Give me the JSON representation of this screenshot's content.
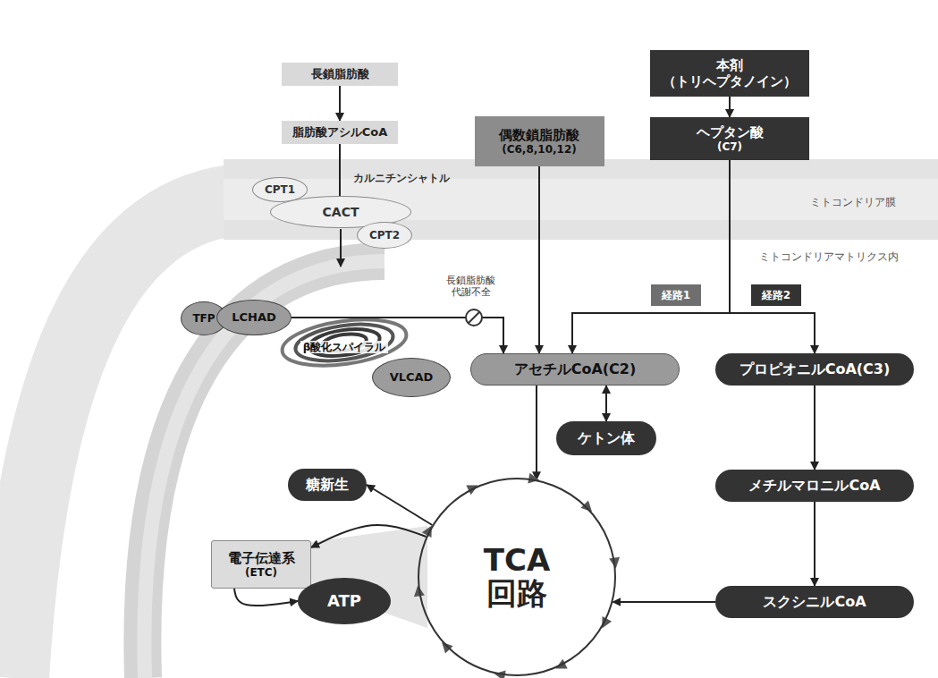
{
  "diagram": {
    "nodes": [
      {
        "text": [
          "長鎖脂肪酸"
        ]
      },
      {
        "text": [
          "脂肪酸アシルCoA"
        ]
      },
      {
        "text": [
          "偶数鎖脂肪酸",
          "(C6,8,10,12)"
        ]
      },
      {
        "text": [
          "本剤",
          "（トリヘプタノイン）"
        ]
      },
      {
        "text": [
          "ヘプタン酸",
          "(C7)"
        ]
      },
      {
        "text": [
          "CPT1"
        ]
      },
      {
        "text": [
          "CACT"
        ]
      },
      {
        "text": [
          "CPT2"
        ]
      },
      {
        "text": [
          "TFP"
        ]
      },
      {
        "text": [
          "LCHAD"
        ]
      },
      {
        "text": [
          "VLCAD"
        ]
      },
      {
        "text": [
          "経路1"
        ]
      },
      {
        "text": [
          "経路2"
        ]
      },
      {
        "text": [
          "アセチルCoA(C2)"
        ]
      },
      {
        "text": [
          "プロピオニルCoA(C3)"
        ]
      },
      {
        "text": [
          "ケトン体"
        ]
      },
      {
        "text": [
          "メチルマロニルCoA"
        ]
      },
      {
        "text": [
          "スクシニルCoA"
        ]
      },
      {
        "text": [
          "糖新生"
        ]
      },
      {
        "text": [
          "電子伝達系",
          "(ETC)"
        ]
      },
      {
        "text": [
          "ATP"
        ]
      },
      {
        "text": [
          "TCA 回路"
        ]
      }
    ],
    "edges": [
      {
        "from": 0,
        "to": 1,
        "arrow": "to"
      },
      {
        "from": 1,
        "to": 6,
        "arrow": "none"
      },
      {
        "from": 9,
        "to": 13,
        "arrow": "to"
      },
      {
        "from": 2,
        "to": 13,
        "arrow": "to"
      },
      {
        "from": 3,
        "to": 4,
        "arrow": "to"
      },
      {
        "from": 4,
        "to": 13,
        "arrow": "to"
      },
      {
        "from": 4,
        "to": 14,
        "arrow": "to"
      },
      {
        "from": 13,
        "to": 21,
        "arrow": "to"
      },
      {
        "from": 13,
        "to": 15,
        "arrow": "both"
      },
      {
        "from": 14,
        "to": 16,
        "arrow": "to"
      },
      {
        "from": 16,
        "to": 17,
        "arrow": "to"
      },
      {
        "from": 17,
        "to": 21,
        "arrow": "to"
      },
      {
        "from": 21,
        "to": 18,
        "arrow": "to"
      },
      {
        "from": 21,
        "to": 19,
        "arrow": "to"
      },
      {
        "from": 19,
        "to": 20,
        "arrow": "to"
      }
    ],
    "labels": [
      "カルニチンシャトル",
      "ミトコンドリア膜",
      "ミトコンドリアマトリクス内",
      "長鎖脂肪酸 代謝不全",
      "β酸化スパイラル"
    ]
  }
}
